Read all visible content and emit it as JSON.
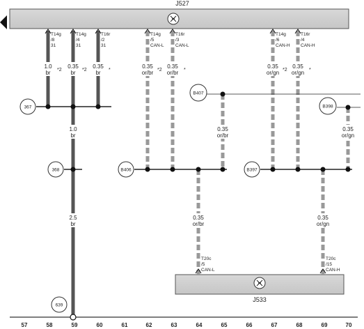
{
  "modules": {
    "top": {
      "name": "J527"
    },
    "bottom": {
      "name": "J533"
    }
  },
  "connectors": {
    "c58": {
      "code": "T14g",
      "pin": "/8",
      "signal": "31"
    },
    "c59": {
      "code": "T14g",
      "pin": "/4",
      "signal": "31"
    },
    "c60": {
      "code": "T16r",
      "pin": "/2",
      "signal": "31"
    },
    "c62": {
      "code": "T14g",
      "pin": "/5",
      "signal": "CAN-L"
    },
    "c63": {
      "code": "T16r",
      "pin": "/3",
      "signal": "CAN-L"
    },
    "c67": {
      "code": "T14g",
      "pin": "/6",
      "signal": "CAN-H"
    },
    "c68": {
      "code": "T16r",
      "pin": "/4",
      "signal": "CAN-H"
    },
    "c64b": {
      "code": "T20c",
      "pin": "/5",
      "signal": "CAN-L"
    },
    "c69b": {
      "code": "T20c",
      "pin": "/15",
      "signal": "CAN-H"
    }
  },
  "wires": {
    "w58": {
      "size": "1.0",
      "color": "br",
      "note": "*2"
    },
    "w59": {
      "size": "0.35",
      "color": "br",
      "note": "*2"
    },
    "w60": {
      "size": "0.35",
      "color": "br",
      "note": "*"
    },
    "w62": {
      "size": "0.35",
      "color": "or/br",
      "note": "*2"
    },
    "w63": {
      "size": "0.35",
      "color": "or/br",
      "note": "*"
    },
    "w67": {
      "size": "0.35",
      "color": "or/gn",
      "note": "*2"
    },
    "w68": {
      "size": "0.35",
      "color": "or/gn",
      "note": "*"
    },
    "w59mid": {
      "size": "1.0",
      "color": "br"
    },
    "w59low": {
      "size": "2.5",
      "color": "br"
    },
    "w65": {
      "size": "0.35",
      "color": "or/br"
    },
    "w70": {
      "size": "0.35",
      "color": "or/gn"
    },
    "w64low": {
      "size": "0.35",
      "color": "or/br"
    },
    "w69low": {
      "size": "0.35",
      "color": "or/gn"
    }
  },
  "junctions": {
    "j367": "367",
    "j368": "368",
    "j639": "639",
    "b406": "B406",
    "b407": "B407",
    "b397": "B397",
    "b398": "B398"
  },
  "columns": [
    "57",
    "58",
    "59",
    "60",
    "61",
    "62",
    "63",
    "64",
    "65",
    "66",
    "67",
    "68",
    "69",
    "70"
  ]
}
